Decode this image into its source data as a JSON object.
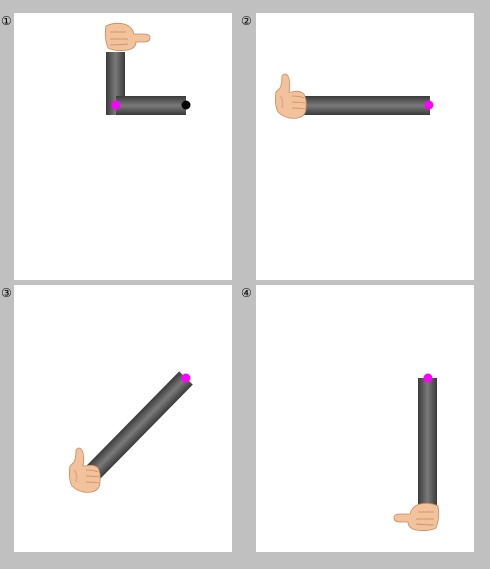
{
  "colors": {
    "background": "#c0c0c0",
    "panel": "#ffffff",
    "rod_dark": "#3a3a3a",
    "rod_mid": "#777777",
    "skin": "#f2c29c",
    "skin_shadow": "#d9976c",
    "pivot": "#ff00ff",
    "endpoint": "#000000"
  },
  "panels": [
    {
      "label": "①",
      "icons": [
        "thumb-right-hand-icon"
      ],
      "markers": [
        "pivot-dot",
        "endpoint-dot"
      ]
    },
    {
      "label": "②",
      "icons": [
        "thumbs-up-hand-icon"
      ],
      "markers": [
        "pivot-dot"
      ]
    },
    {
      "label": "③",
      "icons": [
        "thumbs-up-hand-icon"
      ],
      "markers": [
        "pivot-dot"
      ]
    },
    {
      "label": "④",
      "icons": [
        "thumb-right-hand-icon"
      ],
      "markers": [
        "pivot-dot"
      ]
    }
  ]
}
